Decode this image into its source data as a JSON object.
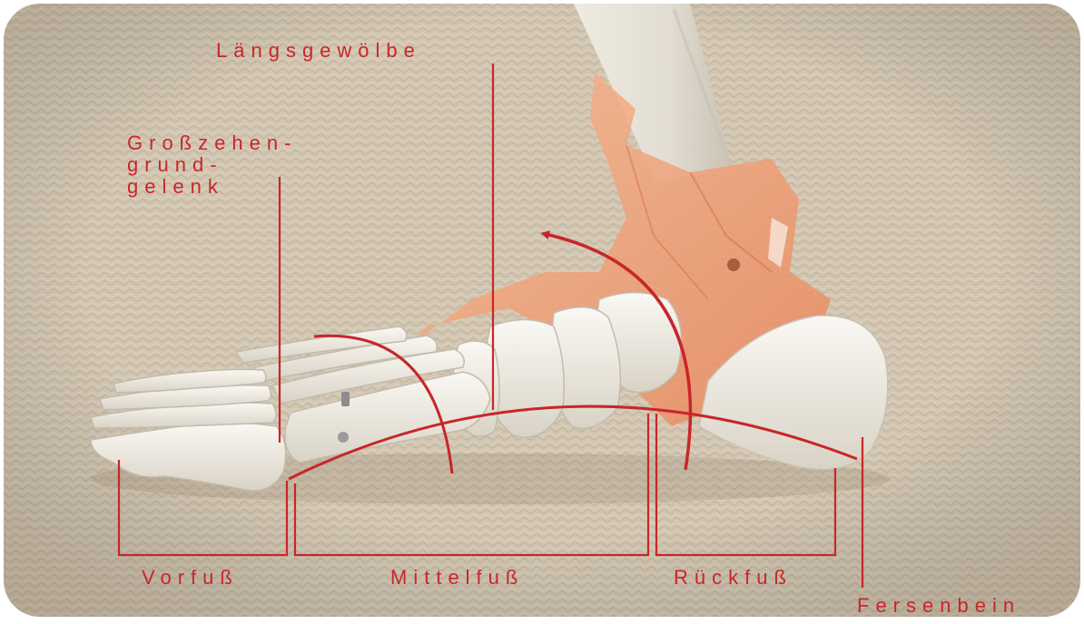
{
  "labels": {
    "laengsgewoelbe": "Längsgewölbe",
    "grosszehengrundgelenk": [
      "Großzehen-",
      "grund-",
      "gelenk"
    ],
    "vorfuss": "Vorfuß",
    "mittelfuss": "Mittelfuß",
    "rueckfuss": "Rückfuß",
    "fersenbein": "Fersenbein"
  },
  "colors": {
    "annotation": "#c8262a",
    "background_carpet": "#d3c7b3",
    "bone": "#f1ede4",
    "ligament": "#f2a27a",
    "tibia": "#e6e2d8"
  },
  "icons": [
    "arc-arrow-icon"
  ]
}
